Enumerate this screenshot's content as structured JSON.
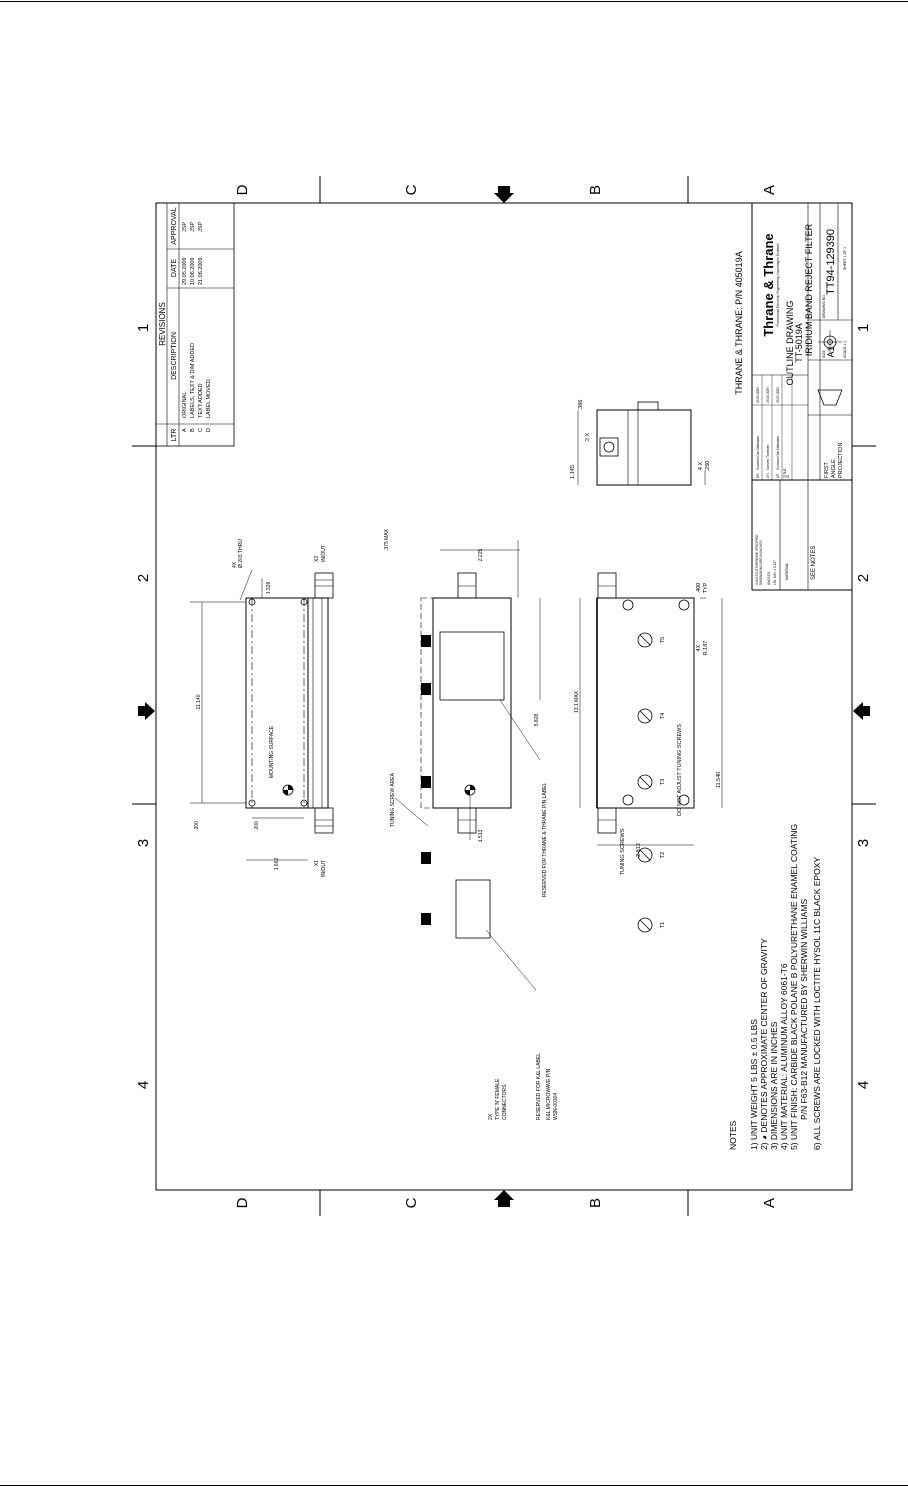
{
  "zones": {
    "rows": [
      "D",
      "C",
      "B",
      "A"
    ],
    "cols": [
      "1",
      "2",
      "3",
      "4"
    ]
  },
  "revisions": {
    "title": "REVISIONS",
    "headers": [
      "LTR",
      "DESCRIPTION",
      "DATE",
      "APPROVAL"
    ],
    "rows": [
      {
        "ltr": "A",
        "desc": "ORIGINAL",
        "date": "29.05.2009",
        "appr": "JSP"
      },
      {
        "ltr": "B",
        "desc": "LABELS, TEXT & DIM ADDED",
        "date": "10.06.2009",
        "appr": "JSP"
      },
      {
        "ltr": "C",
        "desc": "TEXT ADDED",
        "date": "21.06.2009",
        "appr": "JSP"
      },
      {
        "ltr": "D",
        "desc": "LABEL MOVED",
        "date": "",
        "appr": ""
      }
    ]
  },
  "part_number_label": "THRANE & THRANE: P/N 405019A",
  "title_block": {
    "company": "Thrane & Thrane",
    "tagline": "Professional Electronic Engineering Copenhagen Denmark",
    "title_label": "TITLE",
    "title_lines": [
      "OUTLINE DRAWING",
      "TT-5019A",
      "IRIDIUM BAND REJECT FILTER"
    ],
    "drawing_no_label": "DRAWING NO.",
    "drawing_no": "TT94-129390",
    "size_label": "SIZE",
    "size": "A1",
    "scale_label": "SCALE 1:1",
    "sheet_label": "SHEET 1 OF 1",
    "projection": [
      "FIRST",
      "ANGLE",
      "PROJECTION"
    ],
    "see_notes": "SEE NOTES",
    "material_label": "MATERIAL",
    "tolerance_lines": [
      "UNLESS OTHERWISE SPECIFIED",
      "DIMENSIONS ARE IN INCHES",
      "ANGLES:",
      "LIN. DIM. ± 0.127"
    ],
    "sign_rows": [
      {
        "role": "DR.",
        "name": "Koushan Das Maltadam",
        "date": "29.05.2009"
      },
      {
        "role": "CH.",
        "name": "Carsten Thomsen",
        "date": "29.05.2009"
      },
      {
        "role": "AP.",
        "name": "Koushan Das Maltadam",
        "date": "29.05.2009"
      },
      {
        "role": "ID.",
        "name": "",
        "date": ""
      }
    ]
  },
  "notes": {
    "heading": "NOTES",
    "items": [
      "1) UNIT WEIGHT 5 LBS ± 0.5 LBS",
      "2) ◕ DENOTES APPROXIMATE CENTER OF GRAVITY",
      "3) DIMENSIONS ARE IN INCHES",
      "4) UNIT MATERIAL: ALUMINUM ALLOY 6061-T6",
      "5) UNIT FINISH: CARBIDE BLACK POLANE B POLYURETHANE ENAMEL COATING",
      "P/N F63-B12 MANUFACTURED BY SHERWIN WILLIAMS",
      "6) ALL SCREWS ARE LOCKED WITH LOCTITE HYSOL 11C BLACK EPOXY"
    ]
  },
  "top_view": {
    "mounting_surface": "MOUNTING SURFACE",
    "hole_note": [
      "4X",
      "Ø.203 THRU"
    ],
    "x1": [
      "X1",
      "IN/OUT"
    ],
    "x2": [
      "X2",
      "IN/OUT"
    ],
    "dims": {
      "length": "11.140",
      "d1328": "1.328",
      "d1662": "1.662",
      "d200a": ".200",
      "d200b": ".200"
    }
  },
  "side_view": {
    "tuning_screw_area": "TUNING SCREW AREA",
    "reserved_tt": "RESERVED FOR THRANE & THRANE P/N LABEL",
    "reserved_kl": "RESERVED FOR K&L LABEL",
    "kl_pn": [
      "K&L MICROWAVE P/N",
      "WSN-00304"
    ],
    "connectors": [
      "2X",
      "TYPE 'N' FEMALE",
      "CONNECTORS"
    ],
    "dims": {
      "max": "13.1 MAX",
      "d5828": "5.828",
      "d2225": "2.225",
      "d375": ".375 MAX",
      "d1513": "1.513"
    }
  },
  "front_view": {
    "screws": [
      "T1",
      "T2",
      "T3",
      "T4",
      "T5"
    ],
    "tuning_screws": "TUNING SCREWS",
    "warning": "DO NOT ADJUST TUNING SCREWS",
    "dims": {
      "d11540": "11.540",
      "d2812": "2.812",
      "d400": ".400",
      "typ": "TYP",
      "r": "4X",
      "r2": "R.187"
    }
  },
  "end_view": {
    "dims": {
      "d145": "1.145",
      "d386": ".386",
      "d2x": "2 X",
      "d4x": "4 X",
      "d250": ".250"
    }
  }
}
